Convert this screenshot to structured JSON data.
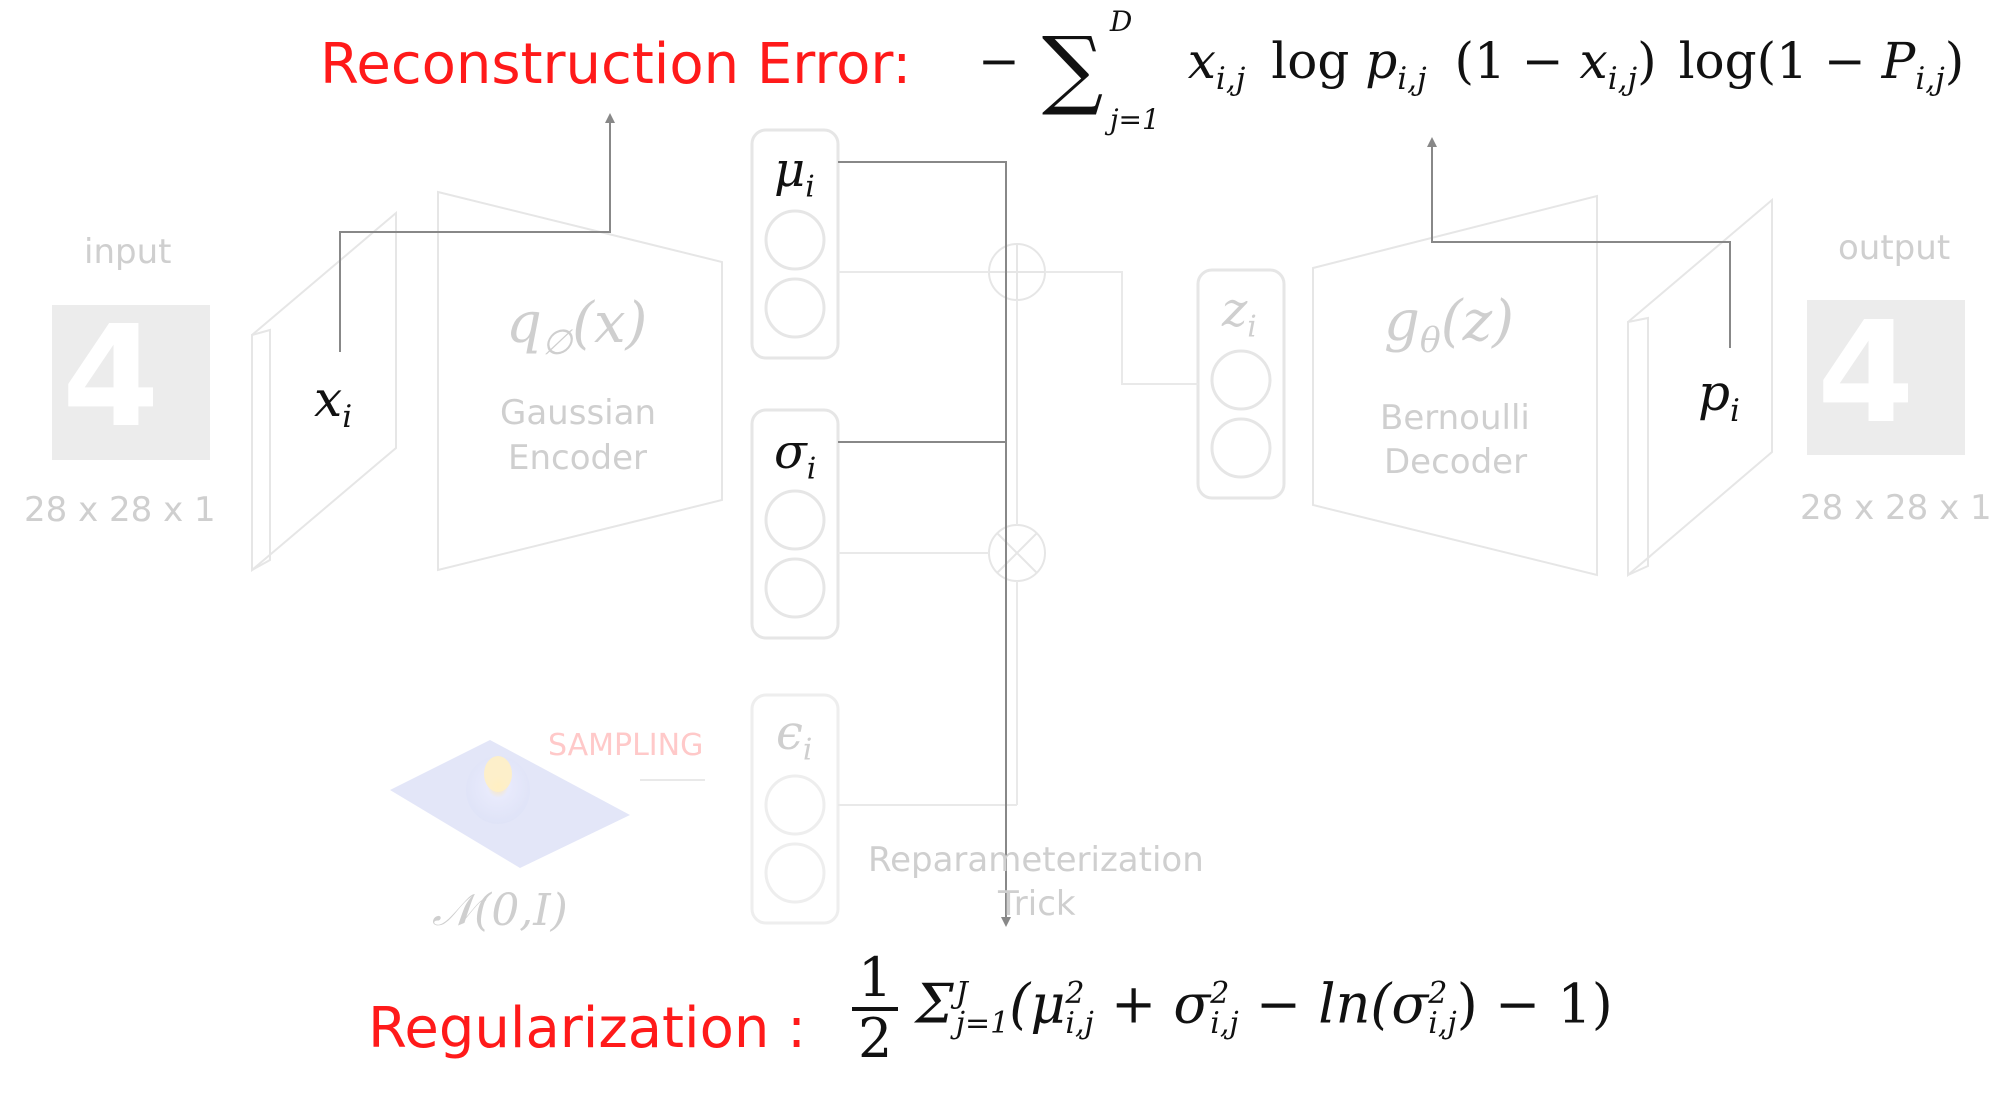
{
  "titles": {
    "reconstruction_label": "Reconstruction Error:",
    "regularization_label": "Regularization :"
  },
  "reconstruction_formula": {
    "minus": "−",
    "sum": "∑",
    "sum_upper": "D",
    "sum_lower": "j=1",
    "x": "x",
    "x_sub": "i,j",
    "log1": "log",
    "p": "p",
    "p_sub": "i,j",
    "paren_open": "(1 − ",
    "x2": "x",
    "x2_sub": "i,j",
    "paren_close": ")",
    "log2": "log(1 − ",
    "P": "P",
    "P_sub": "i,j",
    "end": ")"
  },
  "regularization_formula": {
    "frac_num": "1",
    "frac_den": "2",
    "sigma": "Σ",
    "sigma_upper": "J",
    "sigma_lower": "j=1",
    "open": "(μ",
    "mu_sup": "2",
    "mu_sub": "i,j",
    "plus": " + σ",
    "s_sup": "2",
    "s_sub": "i,j",
    "minus_ln": " − ln(σ",
    "s2_sup": "2",
    "s2_sub": "i,j",
    "tail": ") − 1)"
  },
  "labels": {
    "input": "input",
    "output": "output",
    "input_size": "28 x 28 x 1",
    "output_size": "28 x 28 x 1",
    "encoder_fn": "q",
    "encoder_fn_sub": "∅",
    "encoder_fn_arg": "(x)",
    "encoder_name_1": "Gaussian",
    "encoder_name_2": "Encoder",
    "decoder_fn": "g",
    "decoder_fn_sub": "θ",
    "decoder_fn_arg": "(z)",
    "decoder_name_1": "Bernoulli",
    "decoder_name_2": "Decoder",
    "x_i": "x",
    "x_i_sub": "i",
    "p_i": "p",
    "p_i_sub": "i",
    "mu_i": "μ",
    "mu_i_sub": "i",
    "sigma_i": "σ",
    "sigma_i_sub": "i",
    "eps_i": "ϵ",
    "eps_i_sub": "i",
    "z_i": "z",
    "z_i_sub": "i",
    "sampling": "SAMPLING",
    "normal": "𝒩(0,I)",
    "reparam_1": "Reparameterization",
    "reparam_2": "Trick",
    "digit": "4"
  },
  "colors": {
    "accent_red": "#ff1a1a",
    "faint_gray": "#cfcfcf",
    "line_gray": "#888888",
    "text_dark": "#111111"
  }
}
